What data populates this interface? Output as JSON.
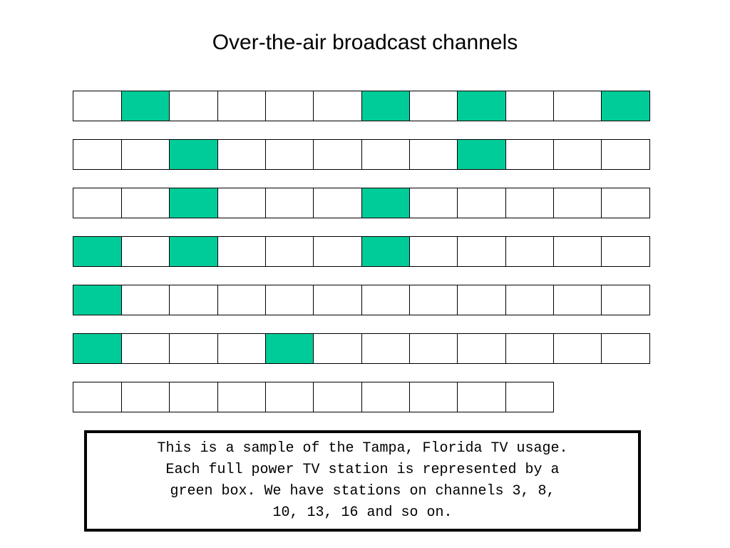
{
  "title": "Over-the-air broadcast channels",
  "colors": {
    "occupied": "#00CC99",
    "empty": "#FFFFFF",
    "border": "#000000"
  },
  "rows": [
    [
      0,
      1,
      0,
      0,
      0,
      0,
      1,
      0,
      1,
      0,
      0,
      1
    ],
    [
      0,
      0,
      1,
      0,
      0,
      0,
      0,
      0,
      1,
      0,
      0,
      0
    ],
    [
      0,
      0,
      1,
      0,
      0,
      0,
      1,
      0,
      0,
      0,
      0,
      0
    ],
    [
      1,
      0,
      1,
      0,
      0,
      0,
      1,
      0,
      0,
      0,
      0,
      0
    ],
    [
      1,
      0,
      0,
      0,
      0,
      0,
      0,
      0,
      0,
      0,
      0,
      0
    ],
    [
      1,
      0,
      0,
      0,
      1,
      0,
      0,
      0,
      0,
      0,
      0,
      0
    ],
    [
      0,
      0,
      0,
      0,
      0,
      0,
      0,
      0,
      0,
      0
    ]
  ],
  "caption": "This is a sample of the Tampa, Florida TV usage.\nEach full power TV station is represented by a\ngreen box.  We have stations on channels 3, 8,\n10, 13, 16 and so on."
}
